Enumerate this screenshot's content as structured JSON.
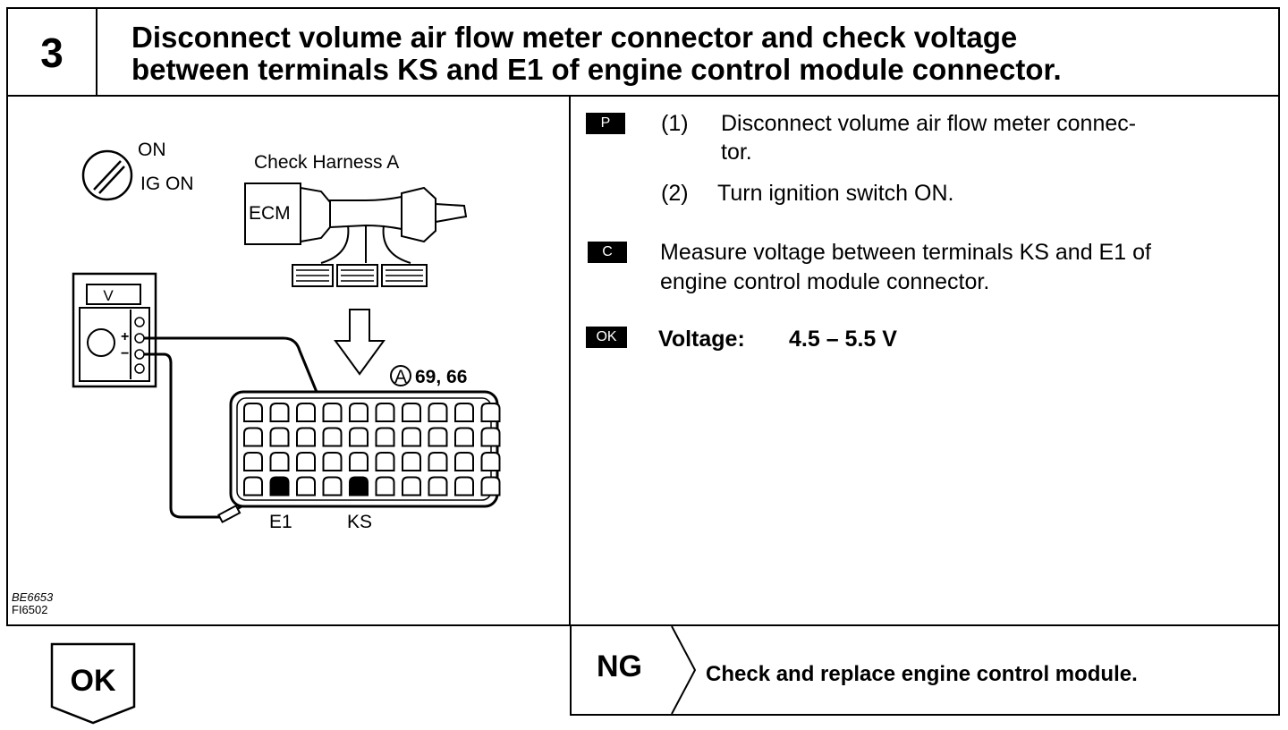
{
  "header": {
    "step_number": "3",
    "title_line1": "Disconnect volume air flow meter connector and check voltage",
    "title_line2": "between terminals KS and E1 of engine control module connector."
  },
  "diagram": {
    "switch_on": "ON",
    "switch_ig_on": "IG ON",
    "harness_label": "Check Harness A",
    "ecm_label": "ECM",
    "meter_label": "V",
    "meter_plus": "+",
    "meter_minus": "−",
    "connector_label": "69, 66",
    "connector_circle_letter": "A",
    "terminal_e1": "E1",
    "terminal_ks": "KS",
    "figure_code1": "BE6653",
    "figure_code2": "FI6502"
  },
  "instructions": {
    "badge_p": "P",
    "step1_num": "(1)",
    "step1_line1": "Disconnect volume air flow meter connec-",
    "step1_line2": "tor.",
    "step2_num": "(2)",
    "step2_text": "Turn ignition switch ON.",
    "badge_c": "C",
    "check_line1": "Measure voltage between terminals KS and E1 of",
    "check_line2": "engine control module connector.",
    "badge_ok": "OK",
    "spec_label": "Voltage:",
    "spec_value": "4.5 – 5.5 V"
  },
  "results": {
    "ng_label": "NG",
    "ng_action": "Check and replace engine control module.",
    "ok_label": "OK"
  }
}
